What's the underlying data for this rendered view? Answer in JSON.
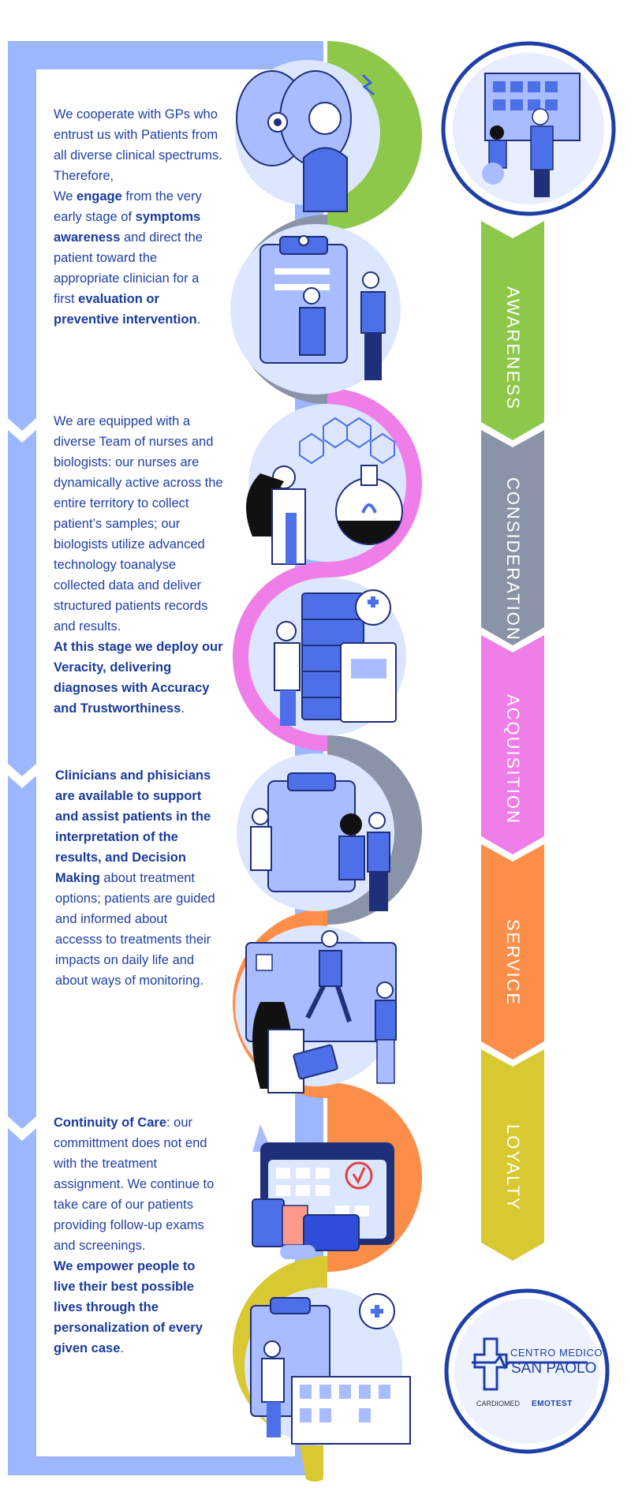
{
  "colors": {
    "frame_blue": "#9db7ff",
    "awareness": "#8dc84a",
    "consideration": "#8b93a8",
    "acquisition": "#ef7ee8",
    "service": "#fb8f4a",
    "loyalty": "#d8c832",
    "text_blue": "#1e3fa8"
  },
  "blocks": {
    "awareness_p1": "We cooperate with GPs who entrust us with Patients from all diverse clinical spectrums. Therefore,",
    "awareness_p2_a": "We ",
    "awareness_p2_b": "engage",
    "awareness_p2_c": " from the very early stage of ",
    "awareness_p2_d": "symptoms awareness",
    "awareness_p2_e": " and direct the patient toward the appropriate clinician for a first ",
    "awareness_p2_f": "evaluation or preventive intervention",
    "awareness_p2_g": ".",
    "acq_p1": "We are equipped with a diverse Team of nurses and biologists: our nurses are dynamically active across the entire territory to collect patient’s samples; our biologists utilize advanced technology toanalyse collected data and deliver structured patients records and results.",
    "acq_p2": "At this stage we deploy our Veracity, delivering diagnoses with Accuracy and Trustworthiness",
    "acq_p2_end": ".",
    "service_p1_bold": "Clinicians and phisicians are available to support and assist patients in the interpretation of the results, and Decision Making",
    "service_p1_rest": " about treatment options; patients are guided and informed about accesss to treatments their impacts on daily life and about ways of monitoring.",
    "loyalty_p1_bold": "Continuity of Care",
    "loyalty_p1_rest": ": our committment does not end with the treatment assignment. We continue to take care of our patients providing follow-up exams and screenings.",
    "loyalty_p2_bold": "We empower people to live their best possible lives through the personalization of every given case",
    "loyalty_p2_end": "."
  },
  "stages": [
    {
      "label": "AWARENESS",
      "color": "#8dc84a"
    },
    {
      "label": "CONSIDERATION",
      "color": "#8b93a8"
    },
    {
      "label": "ACQUISITION",
      "color": "#ef7ee8"
    },
    {
      "label": "SERVICE",
      "color": "#fb8f4a"
    },
    {
      "label": "LOYALTY",
      "color": "#d8c832"
    }
  ],
  "logo": {
    "line1": "CENTRO MEDICO",
    "line2": "SAN PAOLO",
    "brand1": "CARDIOMED",
    "brand2": "EMOTEST"
  }
}
